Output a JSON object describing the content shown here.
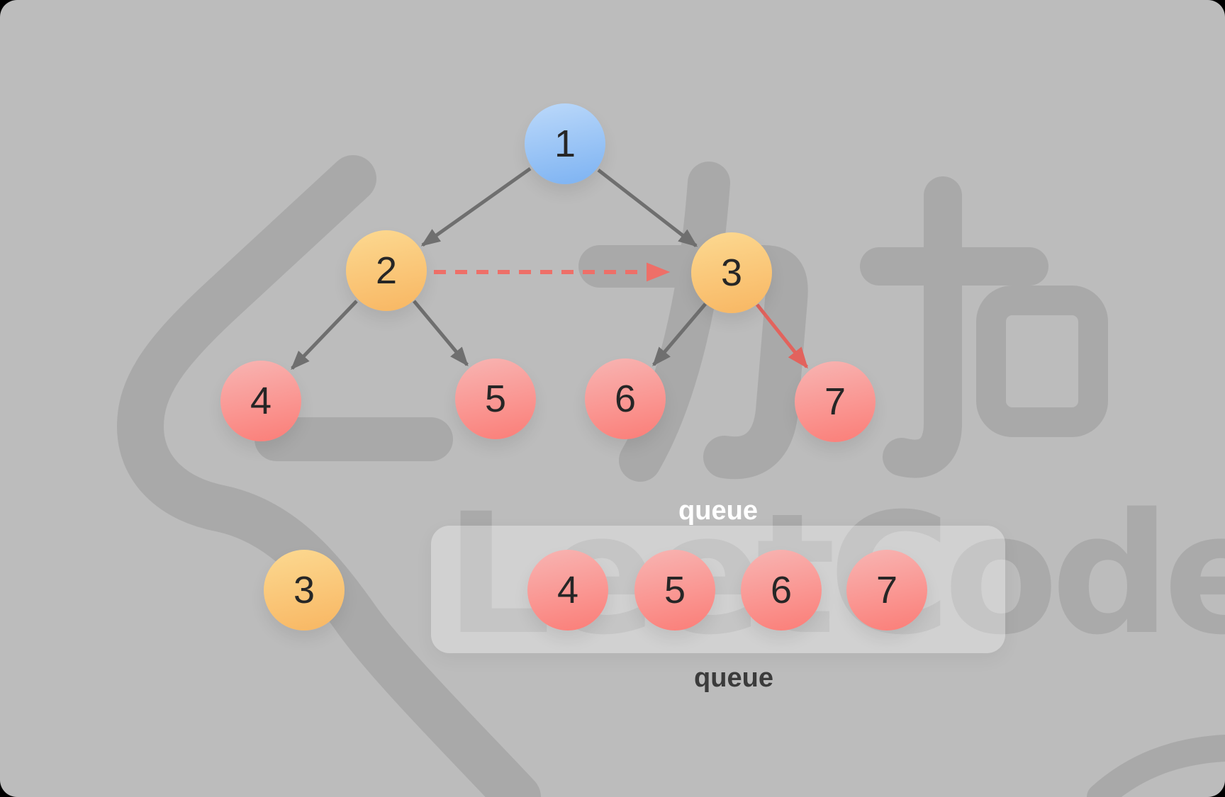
{
  "meta": {
    "description": "Binary tree BFS level-order traversal step with queue",
    "watermark_brand": "LeetCode",
    "watermark_brand_cn": "力扣"
  },
  "colors": {
    "background": "#bcbcbc",
    "watermark": "#a9a9a9",
    "node_blue_top": "#bcd9fa",
    "node_blue_bottom": "#7cb2f2",
    "node_orange_top": "#fcd991",
    "node_orange_bottom": "#f8b662",
    "node_red_top": "#f8b5b3",
    "node_red_bottom": "#fb7d77",
    "edge_gray": "#6f6f6f",
    "edge_red": "#e2635d",
    "edge_red_dashed": "#ee6f68",
    "label_dark": "#262626",
    "queue_label_top": "#ffffff",
    "queue_label_bottom": "#3b3b3b"
  },
  "tree": {
    "nodes": [
      {
        "id": "1",
        "label": "1",
        "fill": "blue",
        "role": "root"
      },
      {
        "id": "2",
        "label": "2",
        "fill": "orange",
        "role": "current-level"
      },
      {
        "id": "3",
        "label": "3",
        "fill": "orange",
        "role": "current-level"
      },
      {
        "id": "4",
        "label": "4",
        "fill": "red",
        "role": "next-level"
      },
      {
        "id": "5",
        "label": "5",
        "fill": "red",
        "role": "next-level"
      },
      {
        "id": "6",
        "label": "6",
        "fill": "red",
        "role": "next-level"
      },
      {
        "id": "7",
        "label": "7",
        "fill": "red",
        "role": "next-level"
      }
    ],
    "edges": [
      {
        "from": "1",
        "to": "2",
        "style": "solid-gray"
      },
      {
        "from": "1",
        "to": "3",
        "style": "solid-gray"
      },
      {
        "from": "2",
        "to": "4",
        "style": "solid-gray"
      },
      {
        "from": "2",
        "to": "5",
        "style": "solid-gray"
      },
      {
        "from": "3",
        "to": "6",
        "style": "solid-gray"
      },
      {
        "from": "3",
        "to": "7",
        "style": "solid-red"
      },
      {
        "from": "2",
        "to": "3",
        "style": "dashed-red"
      }
    ]
  },
  "queue": {
    "label_above": "queue",
    "label_below": "queue",
    "items": [
      {
        "label": "4"
      },
      {
        "label": "5"
      },
      {
        "label": "6"
      },
      {
        "label": "7"
      }
    ]
  },
  "dequeued": {
    "label": "3"
  }
}
